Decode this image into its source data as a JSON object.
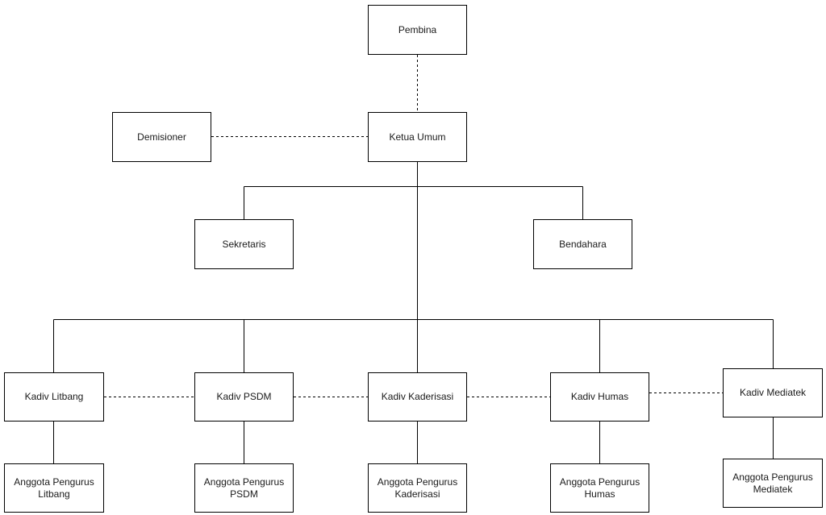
{
  "diagram": {
    "colors": {
      "stroke": "#000000",
      "text": "#1a1a1a",
      "background": "#ffffff"
    },
    "nodes": {
      "pembina": "Pembina",
      "ketua_umum": "Ketua Umum",
      "demisioner": "Demisioner",
      "sekretaris": "Sekretaris",
      "bendahara": "Bendahara",
      "kadiv_litbang": "Kadiv Litbang",
      "kadiv_psdm": "Kadiv PSDM",
      "kadiv_kaderisasi": "Kadiv Kaderisasi",
      "kadiv_humas": "Kadiv Humas",
      "kadiv_mediatek": "Kadiv Mediatek",
      "anggota_litbang": {
        "line1": "Anggota Pengurus",
        "line2": "Litbang"
      },
      "anggota_psdm": {
        "line1": "Anggota Pengurus",
        "line2": "PSDM"
      },
      "anggota_kaderisasi": {
        "line1": "Anggota Pengurus",
        "line2": "Kaderisasi"
      },
      "anggota_humas": {
        "line1": "Anggota Pengurus",
        "line2": "Humas"
      },
      "anggota_mediatek": {
        "line1": "Anggota Pengurus",
        "line2": "Mediatek"
      }
    }
  }
}
